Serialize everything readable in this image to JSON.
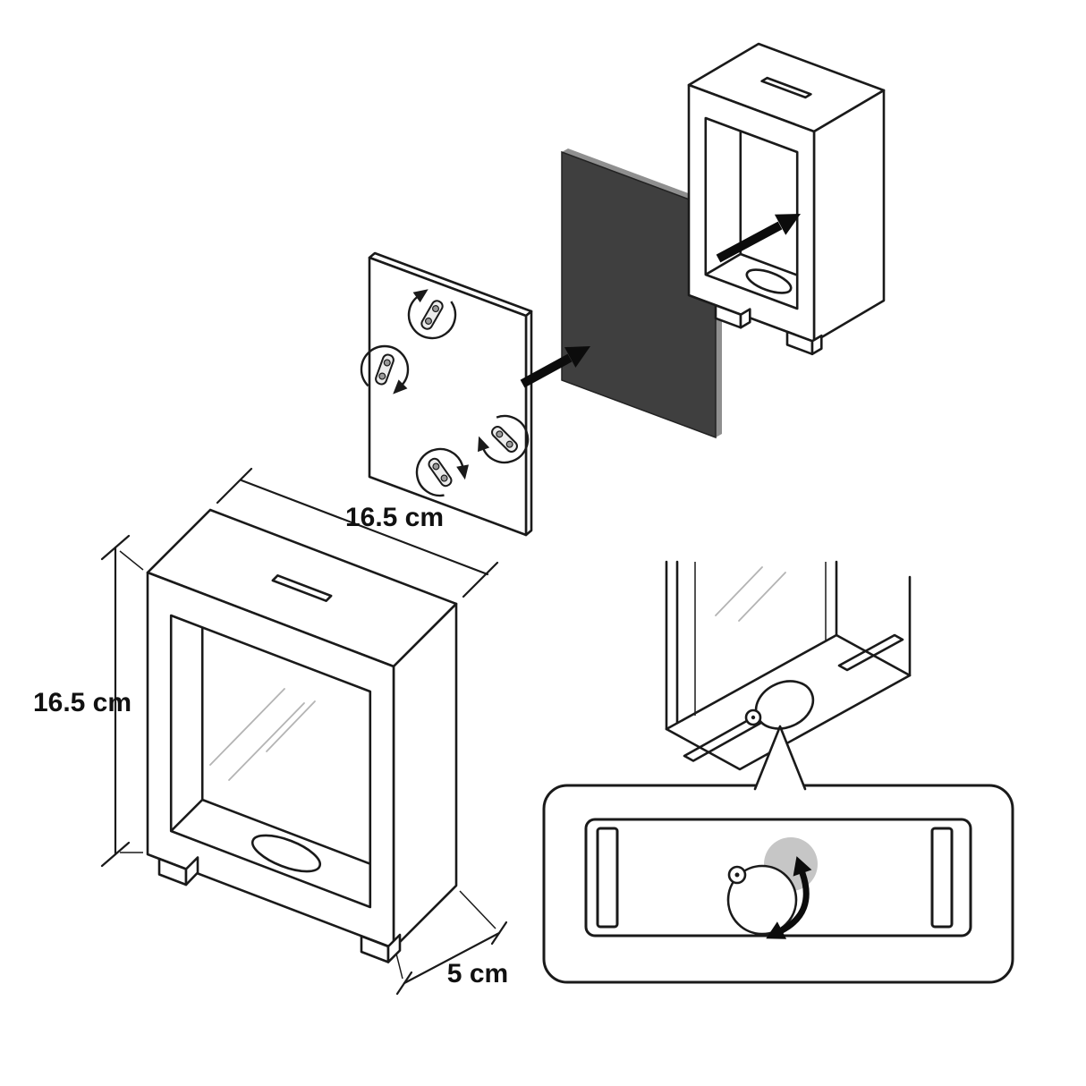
{
  "diagram": {
    "dimension_labels": {
      "width": "16.5 cm",
      "height": "16.5 cm",
      "depth": "5 cm"
    },
    "colors": {
      "line": "#1a1a1a",
      "photo_panel": "#3f3f3f",
      "photo_panel_edge": "#8f8f8f",
      "lock_disc_gray": "#c6c6c6",
      "glass_highlight": "#b4b4b4",
      "background": "#ffffff"
    },
    "icons": {
      "assembly_arrow": "thick-up-right-arrow",
      "rotation_arc": "circular-arrow-around-clip",
      "rotate_lock": "curved-double-head-arrow"
    }
  }
}
